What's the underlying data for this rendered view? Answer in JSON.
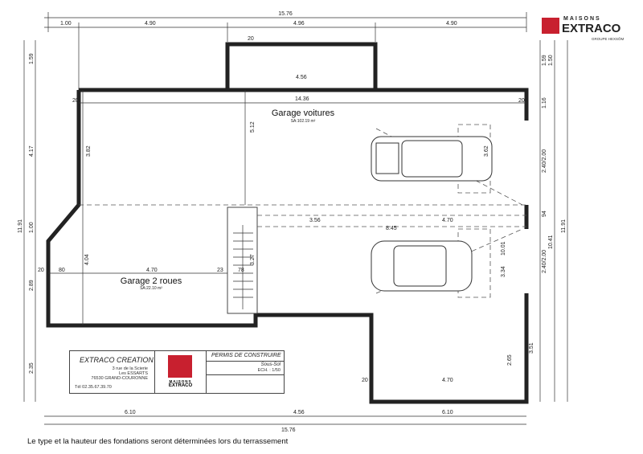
{
  "logo": {
    "line1": "MAISONS",
    "line2": "EXTRACO",
    "sub": "GROUPE HEXSÔM"
  },
  "rooms": {
    "garage_voitures": {
      "name": "Garage voitures",
      "area": "SA:102.19 m²"
    },
    "garage_2_roues": {
      "name": "Garage 2 roues",
      "area": "SA:22.10 m²"
    }
  },
  "dims": {
    "top_total": "15.76",
    "top": [
      "1.00",
      "4.90",
      "4.96",
      "4.90"
    ],
    "bottom": [
      "6.10",
      "4.56",
      "6.10"
    ],
    "bottom_total": "15.76",
    "left": [
      "1.59",
      "4.17",
      "1.00",
      "2.89",
      "2.35"
    ],
    "left_total": "11.91",
    "right": [
      "1.59",
      "1.50",
      "1.16",
      "2.40/2.00",
      "94",
      "2.40/2.00",
      "10.41",
      "11.91",
      "3.51"
    ],
    "interior": [
      "4.56",
      "14.36",
      "5.12",
      "3.82",
      "3.62",
      "8.45",
      "3.56",
      "4.70",
      "4.70",
      "4.04",
      "80",
      "10.01",
      "3.34",
      "2.65",
      "4.70",
      "3.27",
      "78",
      "23",
      "20"
    ]
  },
  "cartouche": {
    "company": "EXTRACO CREATION",
    "address": [
      "3 rue de la Scierie",
      "Les ESSARTS",
      "76530 GRAND-COURONNE"
    ],
    "tel": "Tél 02.35.67.39.70",
    "logo_line1": "MAISONS",
    "logo_line2": "EXTRACO",
    "permit": "PERMIS DE CONSTRUIRE",
    "level": "Sous-Sol",
    "scale": "ECH. : 1/50"
  },
  "note": "Le type et la hauteur des fondations seront déterminées lors du terrassement",
  "colors": {
    "brand": "#c8202f"
  }
}
